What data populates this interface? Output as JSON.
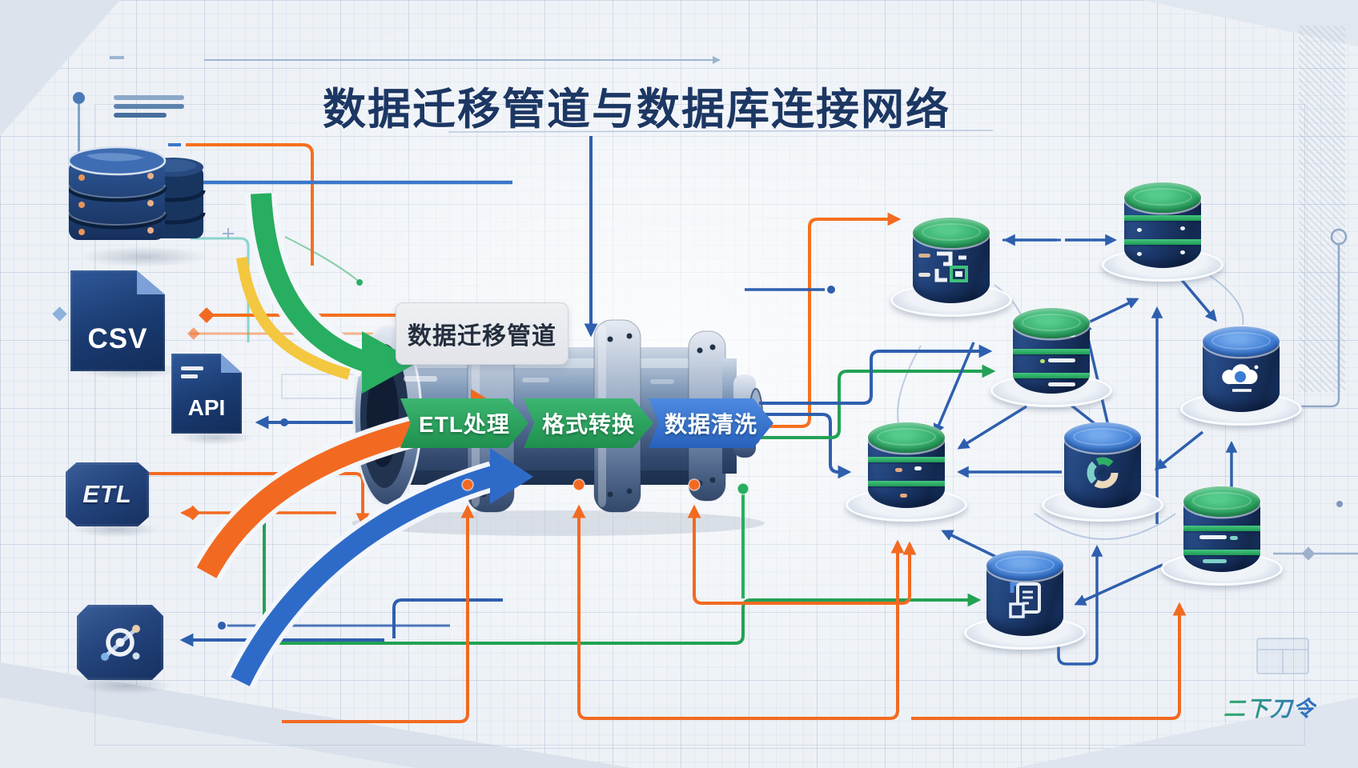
{
  "title": "数据迁移管道与数据库连接网络",
  "pipeline": {
    "label": "数据迁移管道",
    "stages": [
      {
        "label": "ETL处理",
        "color": "#27a35d"
      },
      {
        "label": "格式转换",
        "color": "#27a35d"
      },
      {
        "label": "数据清洗",
        "color": "#2e6bc8"
      }
    ]
  },
  "sources": [
    {
      "id": "database-cluster",
      "icon": "database-stack-icon",
      "label": ""
    },
    {
      "id": "csv-file",
      "icon": "csv-file-icon",
      "label": "CSV"
    },
    {
      "id": "api-file",
      "icon": "api-file-icon",
      "label": "API"
    },
    {
      "id": "etl-box",
      "icon": "etl-box-icon",
      "label": "ETL"
    },
    {
      "id": "data-hub",
      "icon": "network-hub-icon",
      "label": ""
    }
  ],
  "network": {
    "nodes": [
      {
        "id": "db-circuit",
        "top_color": "#2aa35f",
        "icon": "circuit-icon"
      },
      {
        "id": "db-green-top-right",
        "top_color": "#2aa35f",
        "icon": "none"
      },
      {
        "id": "db-striped-mid",
        "top_color": "#2aa35f",
        "icon": "none"
      },
      {
        "id": "db-cloud",
        "top_color": "#3b7bd4",
        "icon": "cloud-icon"
      },
      {
        "id": "db-green-left",
        "top_color": "#2aa35f",
        "icon": "none"
      },
      {
        "id": "db-sync",
        "top_color": "#3b7bd4",
        "icon": "sync-icon"
      },
      {
        "id": "db-striped-bottom-right",
        "top_color": "#2aa35f",
        "icon": "none"
      },
      {
        "id": "db-document",
        "top_color": "#3b7bd4",
        "icon": "document-icon"
      }
    ]
  },
  "colors": {
    "background": "#edf1f6",
    "title_navy": "#1c3763",
    "line_navy": "#2e5fae",
    "line_orange": "#f26a21",
    "line_green": "#22a254",
    "line_teal": "#7fd0c8",
    "swoosh_yellow": "#f3c73f",
    "swoosh_blue": "#2e6bc8",
    "pipe_steel": "#54699a",
    "db_navy": "#1d3a6e",
    "db_green_top": "#2aa35f",
    "db_blue_top": "#3b7bd4"
  },
  "watermark": "二下刀令"
}
